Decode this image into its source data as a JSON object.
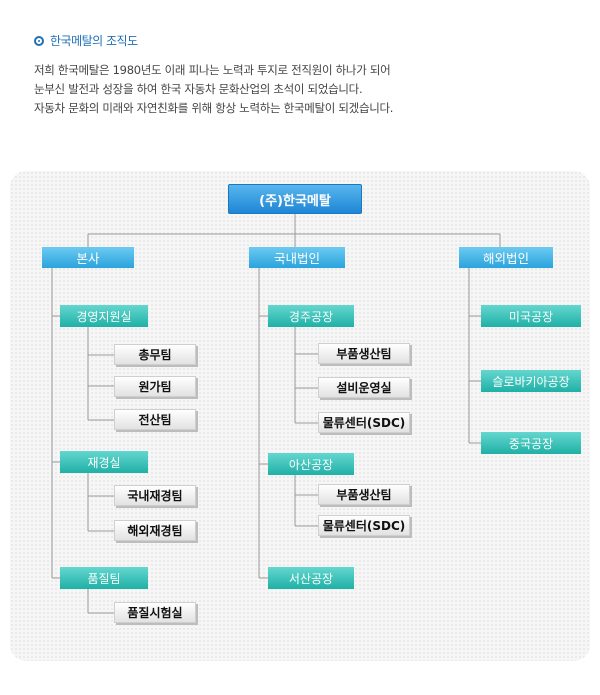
{
  "heading": {
    "icon": "bullet-circle-icon",
    "title": "한국메탈의 조직도"
  },
  "intro": {
    "lines": [
      "저희 한국메탈은 1980년도 이래 피나는 노력과 투지로 전직원이 하나가 되어",
      "눈부신 발전과 성장을 하여 한국 자동차 문화산업의 초석이 되었습니다.",
      "자동차 문화의 미래와 자연친화를 위해 항상 노력하는 한국메탈이 되겠습니다."
    ]
  },
  "org": {
    "root": "(주)한국메탈",
    "divisions": [
      {
        "name": "본사",
        "units": [
          {
            "name": "경영지원실",
            "teams": [
              "총무팀",
              "원가팀",
              "전산팀"
            ]
          },
          {
            "name": "재경실",
            "teams": [
              "국내재경팀",
              "해외재경팀"
            ]
          },
          {
            "name": "품질팀",
            "teams": [
              "품질시험실"
            ]
          }
        ]
      },
      {
        "name": "국내법인",
        "units": [
          {
            "name": "경주공장",
            "teams": [
              "부품생산팀",
              "설비운영실",
              "물류센터(SDC)"
            ]
          },
          {
            "name": "아산공장",
            "teams": [
              "부품생산팀",
              "물류센터(SDC)"
            ]
          },
          {
            "name": "서산공장",
            "teams": []
          }
        ]
      },
      {
        "name": "해외법인",
        "units": [
          {
            "name": "미국공장",
            "teams": []
          },
          {
            "name": "슬로바키아공장",
            "teams": []
          },
          {
            "name": "중국공장",
            "teams": []
          }
        ]
      }
    ]
  }
}
